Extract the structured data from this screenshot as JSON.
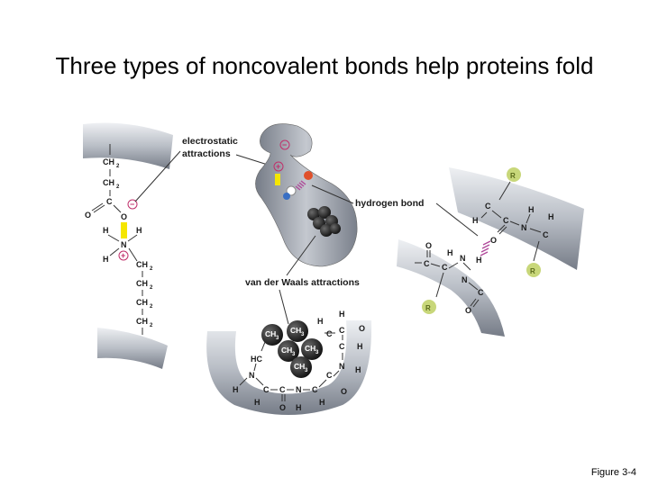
{
  "slide": {
    "title": "Three types of noncovalent bonds help proteins fold",
    "figure_label": "Figure 3-4"
  },
  "labels": {
    "electrostatic_line1": "electrostatic",
    "electrostatic_line2": "attractions",
    "hydrogen_bond": "hydrogen bond",
    "van_der_waals": "van der Waals attractions"
  },
  "atoms": {
    "ch2": "CH",
    "sub2": "2",
    "ch3": "CH",
    "sub3": "3",
    "c": "C",
    "o": "O",
    "n": "N",
    "h": "H",
    "hc": "HC",
    "r": "R",
    "minus": "−",
    "plus": "+"
  },
  "colors": {
    "strand_light": "#e8eaee",
    "strand_mid": "#aeb3bb",
    "strand_dark": "#6f7580",
    "positive": "#c0306b",
    "hbond": "#b04a9a",
    "electro_bar": "#f5e600",
    "r_group": "#c8d77a",
    "ball": "#2a2a2a"
  }
}
